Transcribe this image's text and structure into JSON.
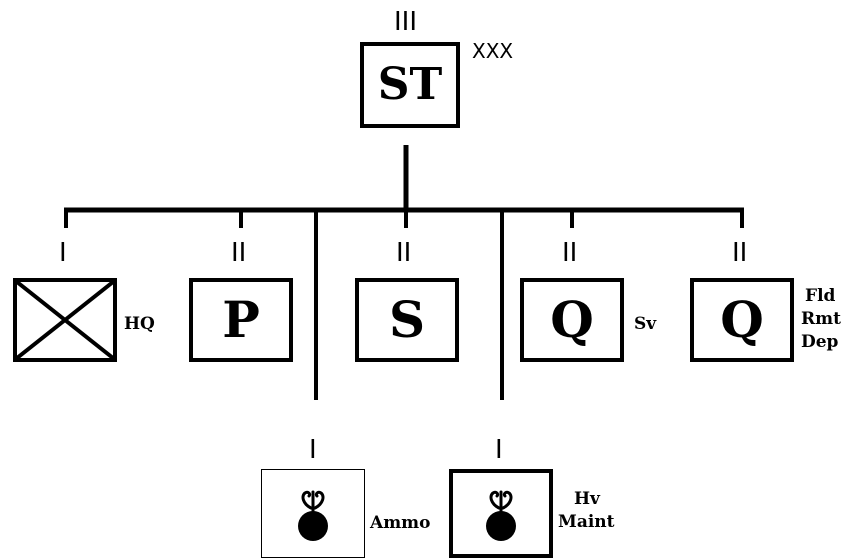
{
  "colors": {
    "line": "#000000",
    "fill": "#ffffff"
  },
  "top_unit": {
    "code": "ST",
    "echelon": "III",
    "size": "XXX"
  },
  "units": {
    "hq": {
      "code": "",
      "echelon": "I",
      "label": "HQ",
      "icon": "headquarters-cross-icon"
    },
    "p": {
      "code": "P",
      "echelon": "II",
      "label": ""
    },
    "s": {
      "code": "S",
      "echelon": "II",
      "label": ""
    },
    "q_sv": {
      "code": "Q",
      "echelon": "II",
      "label": "Sv"
    },
    "q_frd": {
      "code": "Q",
      "echelon": "II",
      "label_lines": [
        "Fld",
        "Rmt",
        "Dep"
      ]
    },
    "ammo": {
      "echelon": "I",
      "label": "Ammo",
      "icon": "ordnance-bomb-icon"
    },
    "hv_maint": {
      "echelon": "I",
      "label_lines": [
        "Hv",
        "Maint"
      ],
      "icon": "ordnance-bomb-icon"
    }
  }
}
